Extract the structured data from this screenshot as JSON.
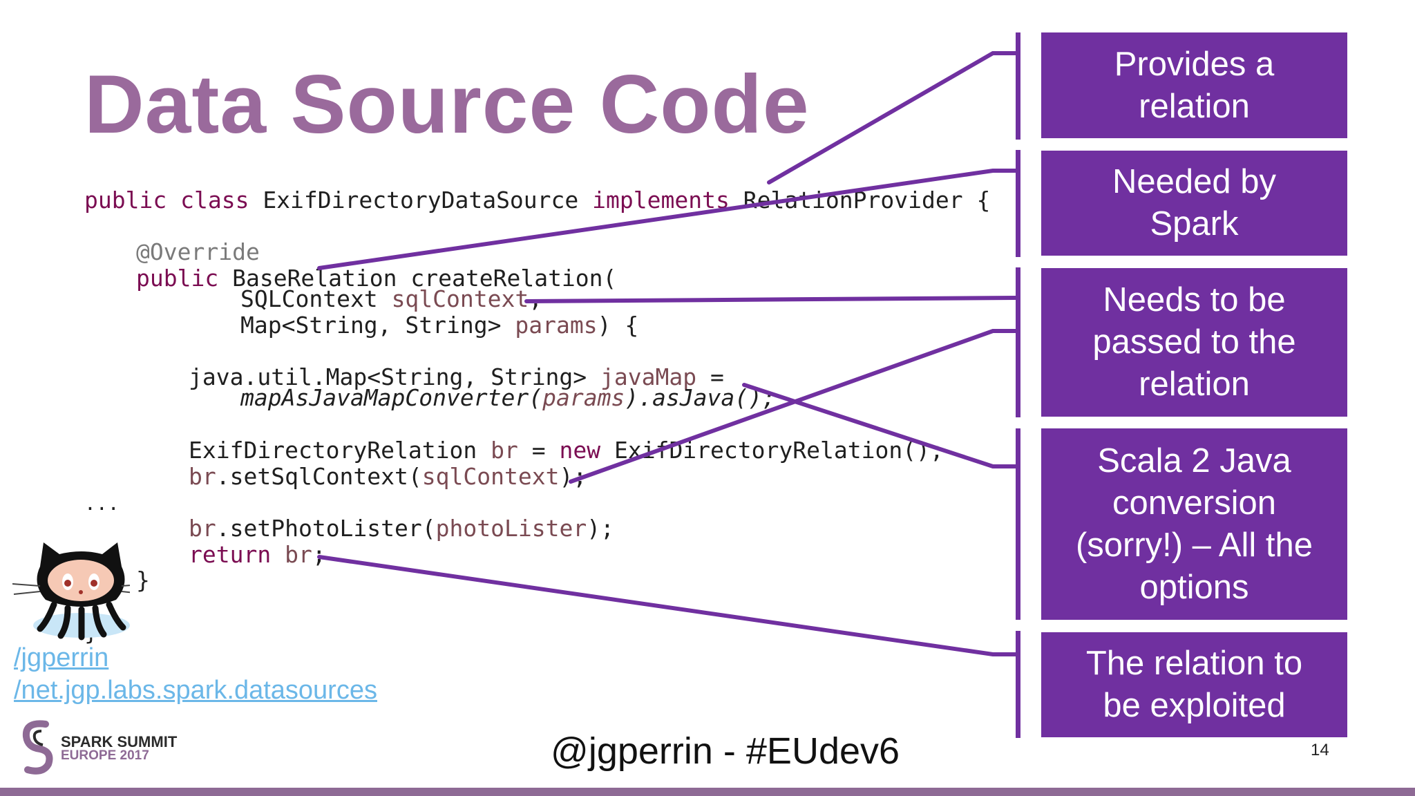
{
  "slide": {
    "title": "Data Source Code",
    "code": {
      "line1": {
        "kw1": "public",
        "kw2": "class",
        "name": "ExifDirectoryDataSource",
        "kw3": "implements",
        "iface": "RelationProvider",
        "brace": "{"
      },
      "line2": {
        "annotation": "@Override"
      },
      "line3": {
        "kw": "public",
        "type": "BaseRelation",
        "method": "createRelation("
      },
      "line4": {
        "type": "SQLContext",
        "param": "sqlContext",
        "punct": ","
      },
      "line5": {
        "type": "Map<String, String>",
        "param": "params",
        "punct": ") {"
      },
      "line6": {
        "text": "java.util.Map<String, String>",
        "var": "javaMap",
        "eq": "="
      },
      "line7": {
        "fn": "mapAsJavaMapConverter(",
        "param": "params",
        "rest": ").asJava();"
      },
      "line8": {
        "type": "ExifDirectoryRelation",
        "var": "br",
        "eq": "=",
        "kw": "new",
        "call": "ExifDirectoryRelation();"
      },
      "line9": {
        "obj": "br",
        "call": ".setSqlContext(",
        "param": "sqlContext",
        "end": ");"
      },
      "ellipsis": "...",
      "line10": {
        "obj": "br",
        "call": ".setPhotoLister(",
        "param": "photoLister",
        "end": ");"
      },
      "line11": {
        "kw": "return",
        "var": "br",
        "end": ";"
      },
      "close1": "}",
      "close2": "}"
    },
    "callouts": [
      "Provides a\nrelation",
      "Needed by\nSpark",
      "Needs to be\npassed to the\nrelation",
      "Scala 2 Java\nconversion\n(sorry!) – All the\noptions",
      "The relation to\nbe exploited"
    ],
    "links": [
      "/jgperrin",
      "/net.jgp.labs.spark.datasources"
    ],
    "footer": {
      "handle": "@jgperrin - #EUdev6",
      "page_number": "14",
      "logo_line1": "SPARK SUMMIT",
      "logo_line2": "EUROPE 2017"
    },
    "colors": {
      "title": "#9a6a9c",
      "callout_bg": "#7030a0",
      "keyword": "#7b0d52",
      "link": "#6bb7e8",
      "bottom_bar": "#8e6a95"
    }
  }
}
